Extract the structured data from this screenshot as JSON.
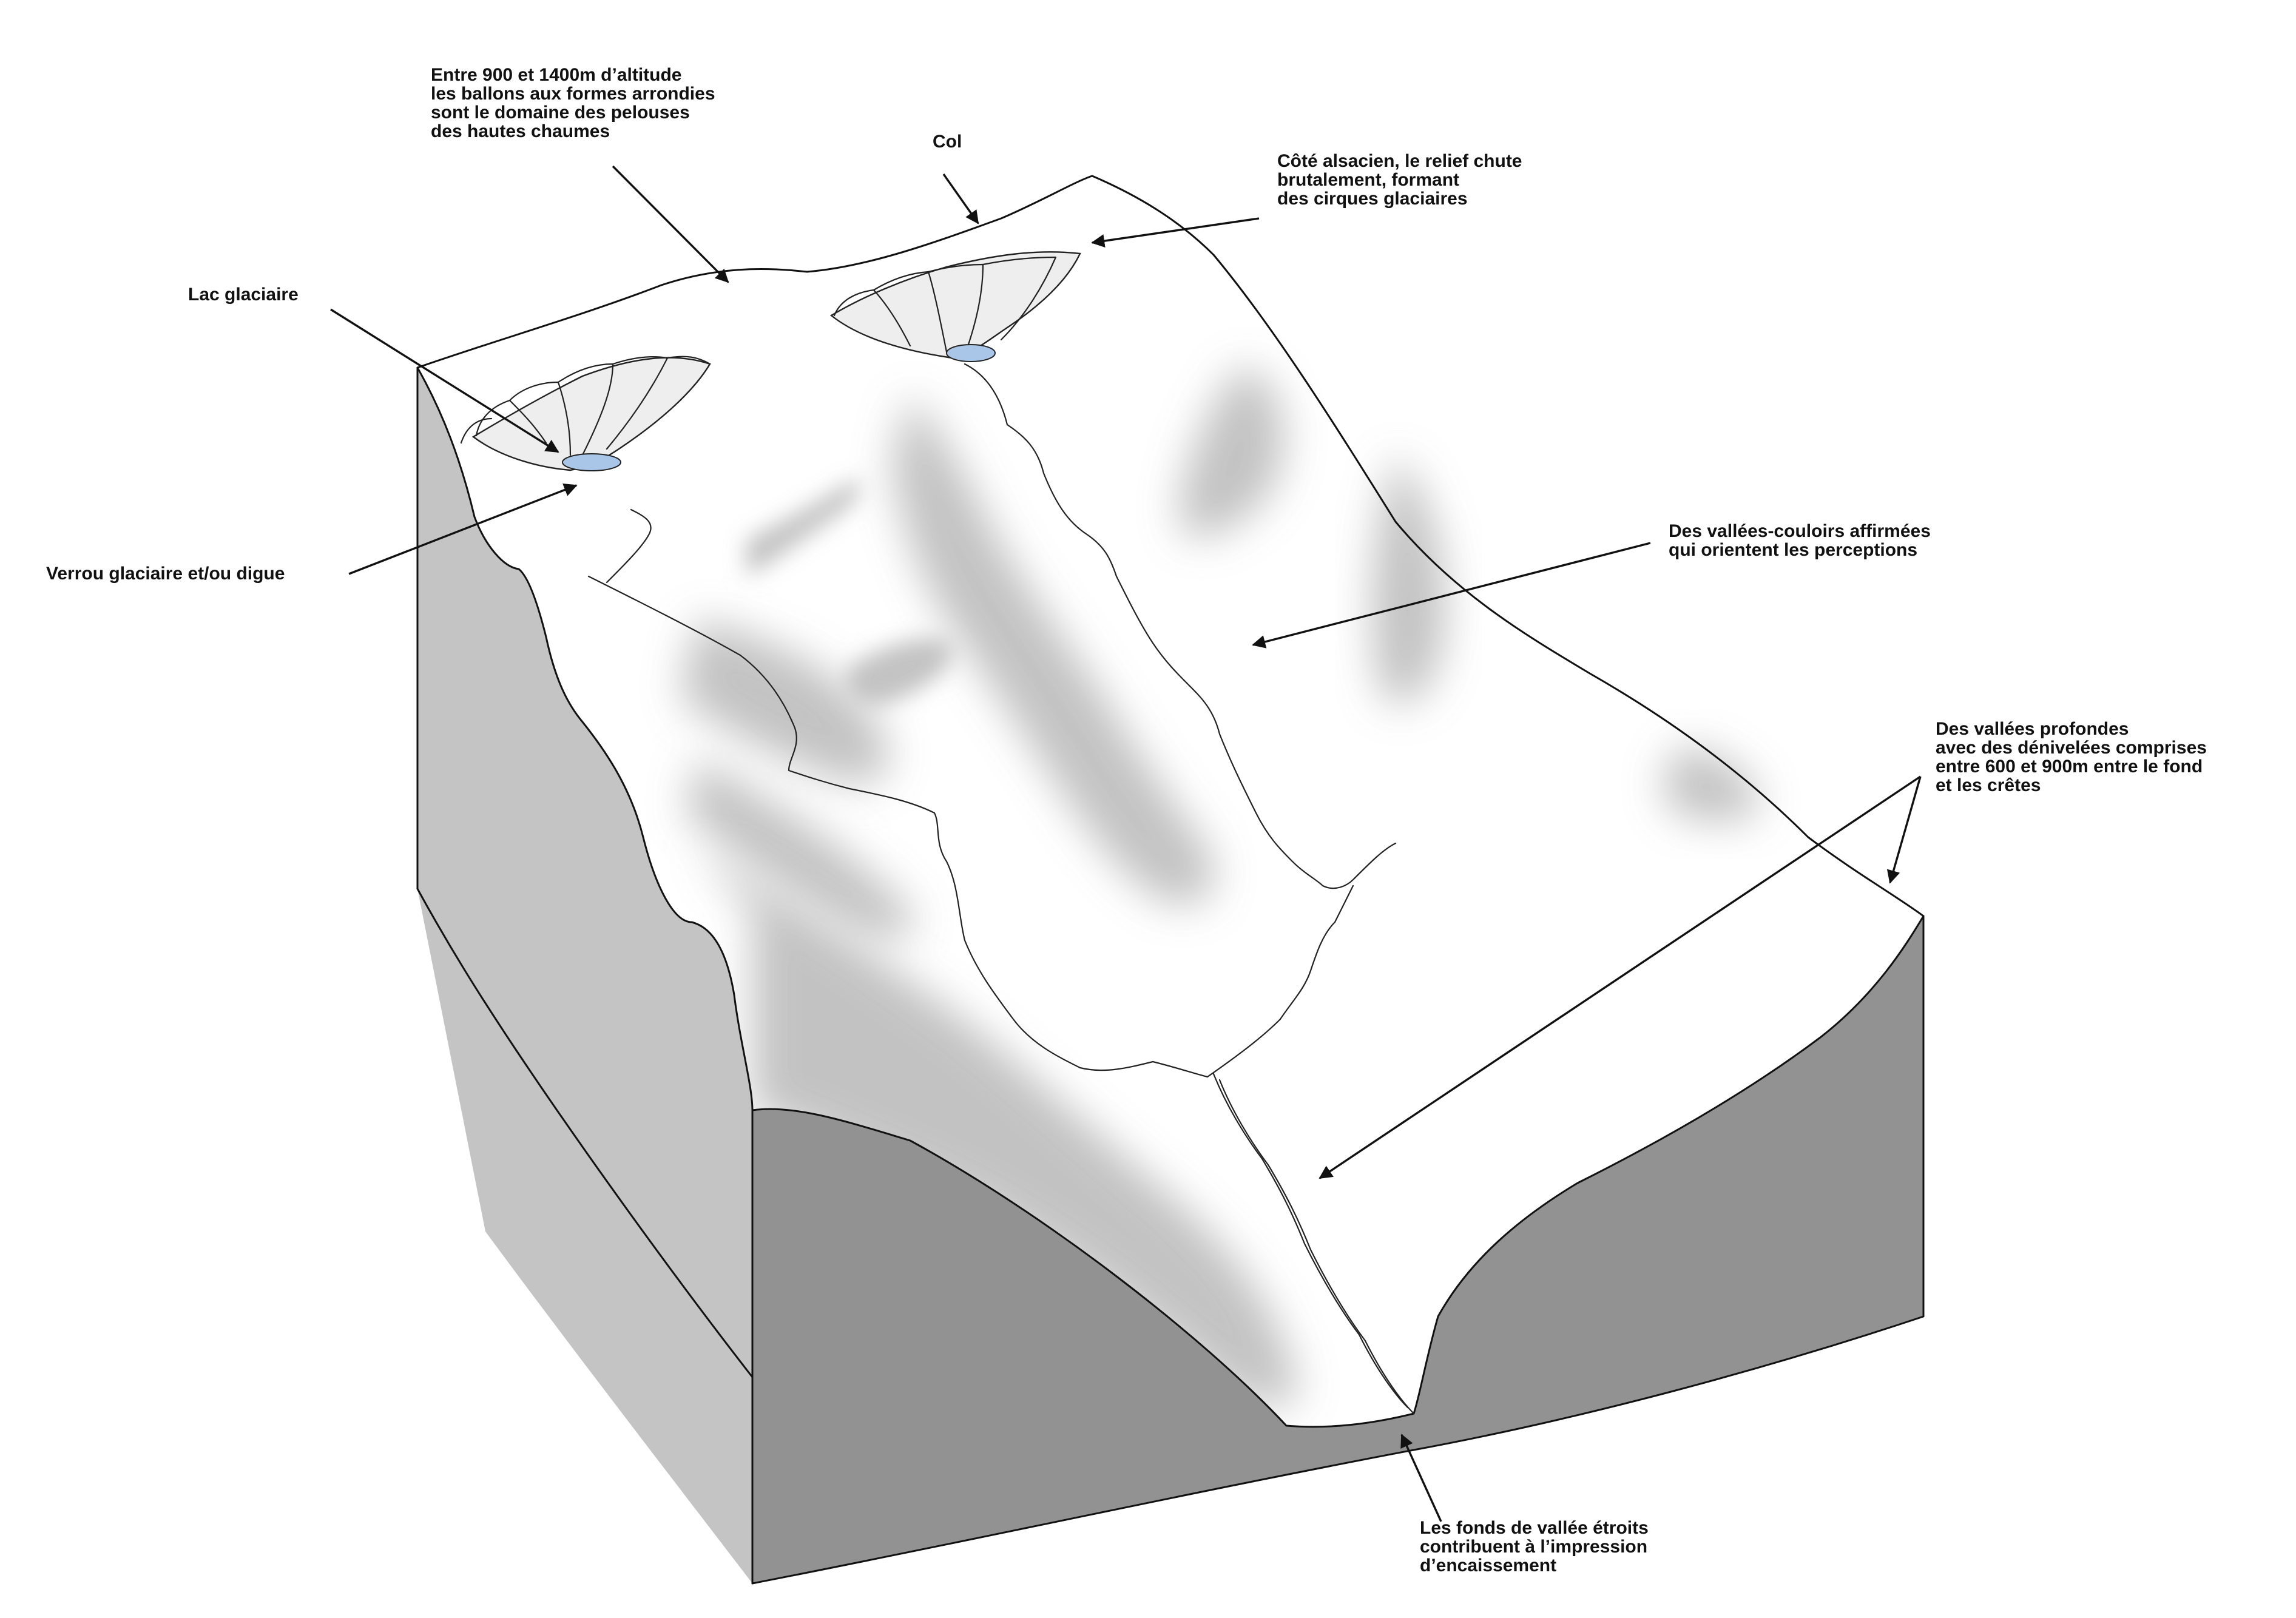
{
  "colors": {
    "surface": "#ffffff",
    "left_face": "#c4c4c4",
    "front_face": "#929292",
    "shade": "#b8b8b8",
    "lake": "#a9c6e8",
    "ink": "#111111"
  },
  "labels": {
    "ballons": [
      "Entre 900 et 1400m d’altitude",
      "les ballons aux formes arrondies",
      "sont le domaine des pelouses",
      "des hautes chaumes"
    ],
    "col": [
      "Col"
    ],
    "cote_alsacien": [
      "Côté alsacien, le relief chute",
      "brutalement, formant",
      "des cirques glaciaires"
    ],
    "lac": [
      "Lac glaciaire"
    ],
    "verrou": [
      "Verrou glaciaire et/ou digue"
    ],
    "couloirs": [
      "Des vallées-couloirs affirmées",
      "qui orientent les perceptions"
    ],
    "profondes": [
      "Des vallées profondes",
      "avec des dénivelées comprises",
      "entre 600 et 900m entre le fond",
      "et les crêtes"
    ],
    "fonds": [
      "Les fonds de vallée étroits",
      "contribuent à l’impression",
      "d’encaissement"
    ]
  }
}
